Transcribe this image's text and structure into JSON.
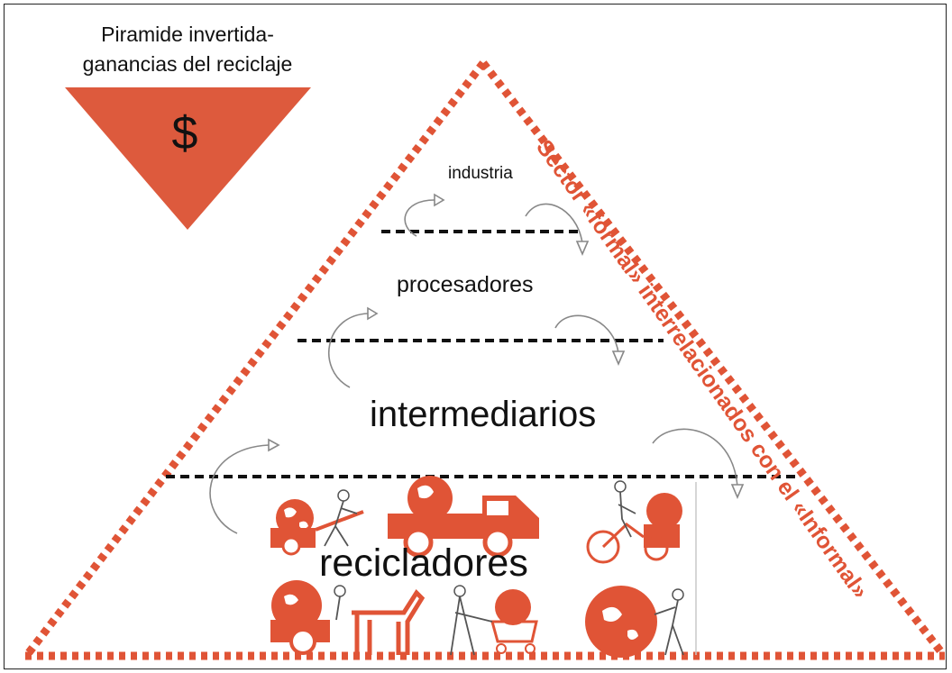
{
  "inverted_pyramid": {
    "title_line1": "Piramide invertida-",
    "title_line2": "ganancias del reciclaje",
    "symbol": "$",
    "color": "#dd5a3d"
  },
  "pyramid": {
    "levels": {
      "industria": "industria",
      "procesadores": "procesadores",
      "intermediarios": "intermediarios",
      "recicladores": "recicladores"
    },
    "side_label": "Sector «formal» interrelacionados con el «Informal»",
    "border_color": "#e05436"
  },
  "illustrations": [
    "cart-recycler-icon",
    "truck-icon",
    "cargo-bike-icon",
    "horse-cart-icon",
    "shopping-cart-recycler-icon",
    "sack-carrier-icon"
  ]
}
